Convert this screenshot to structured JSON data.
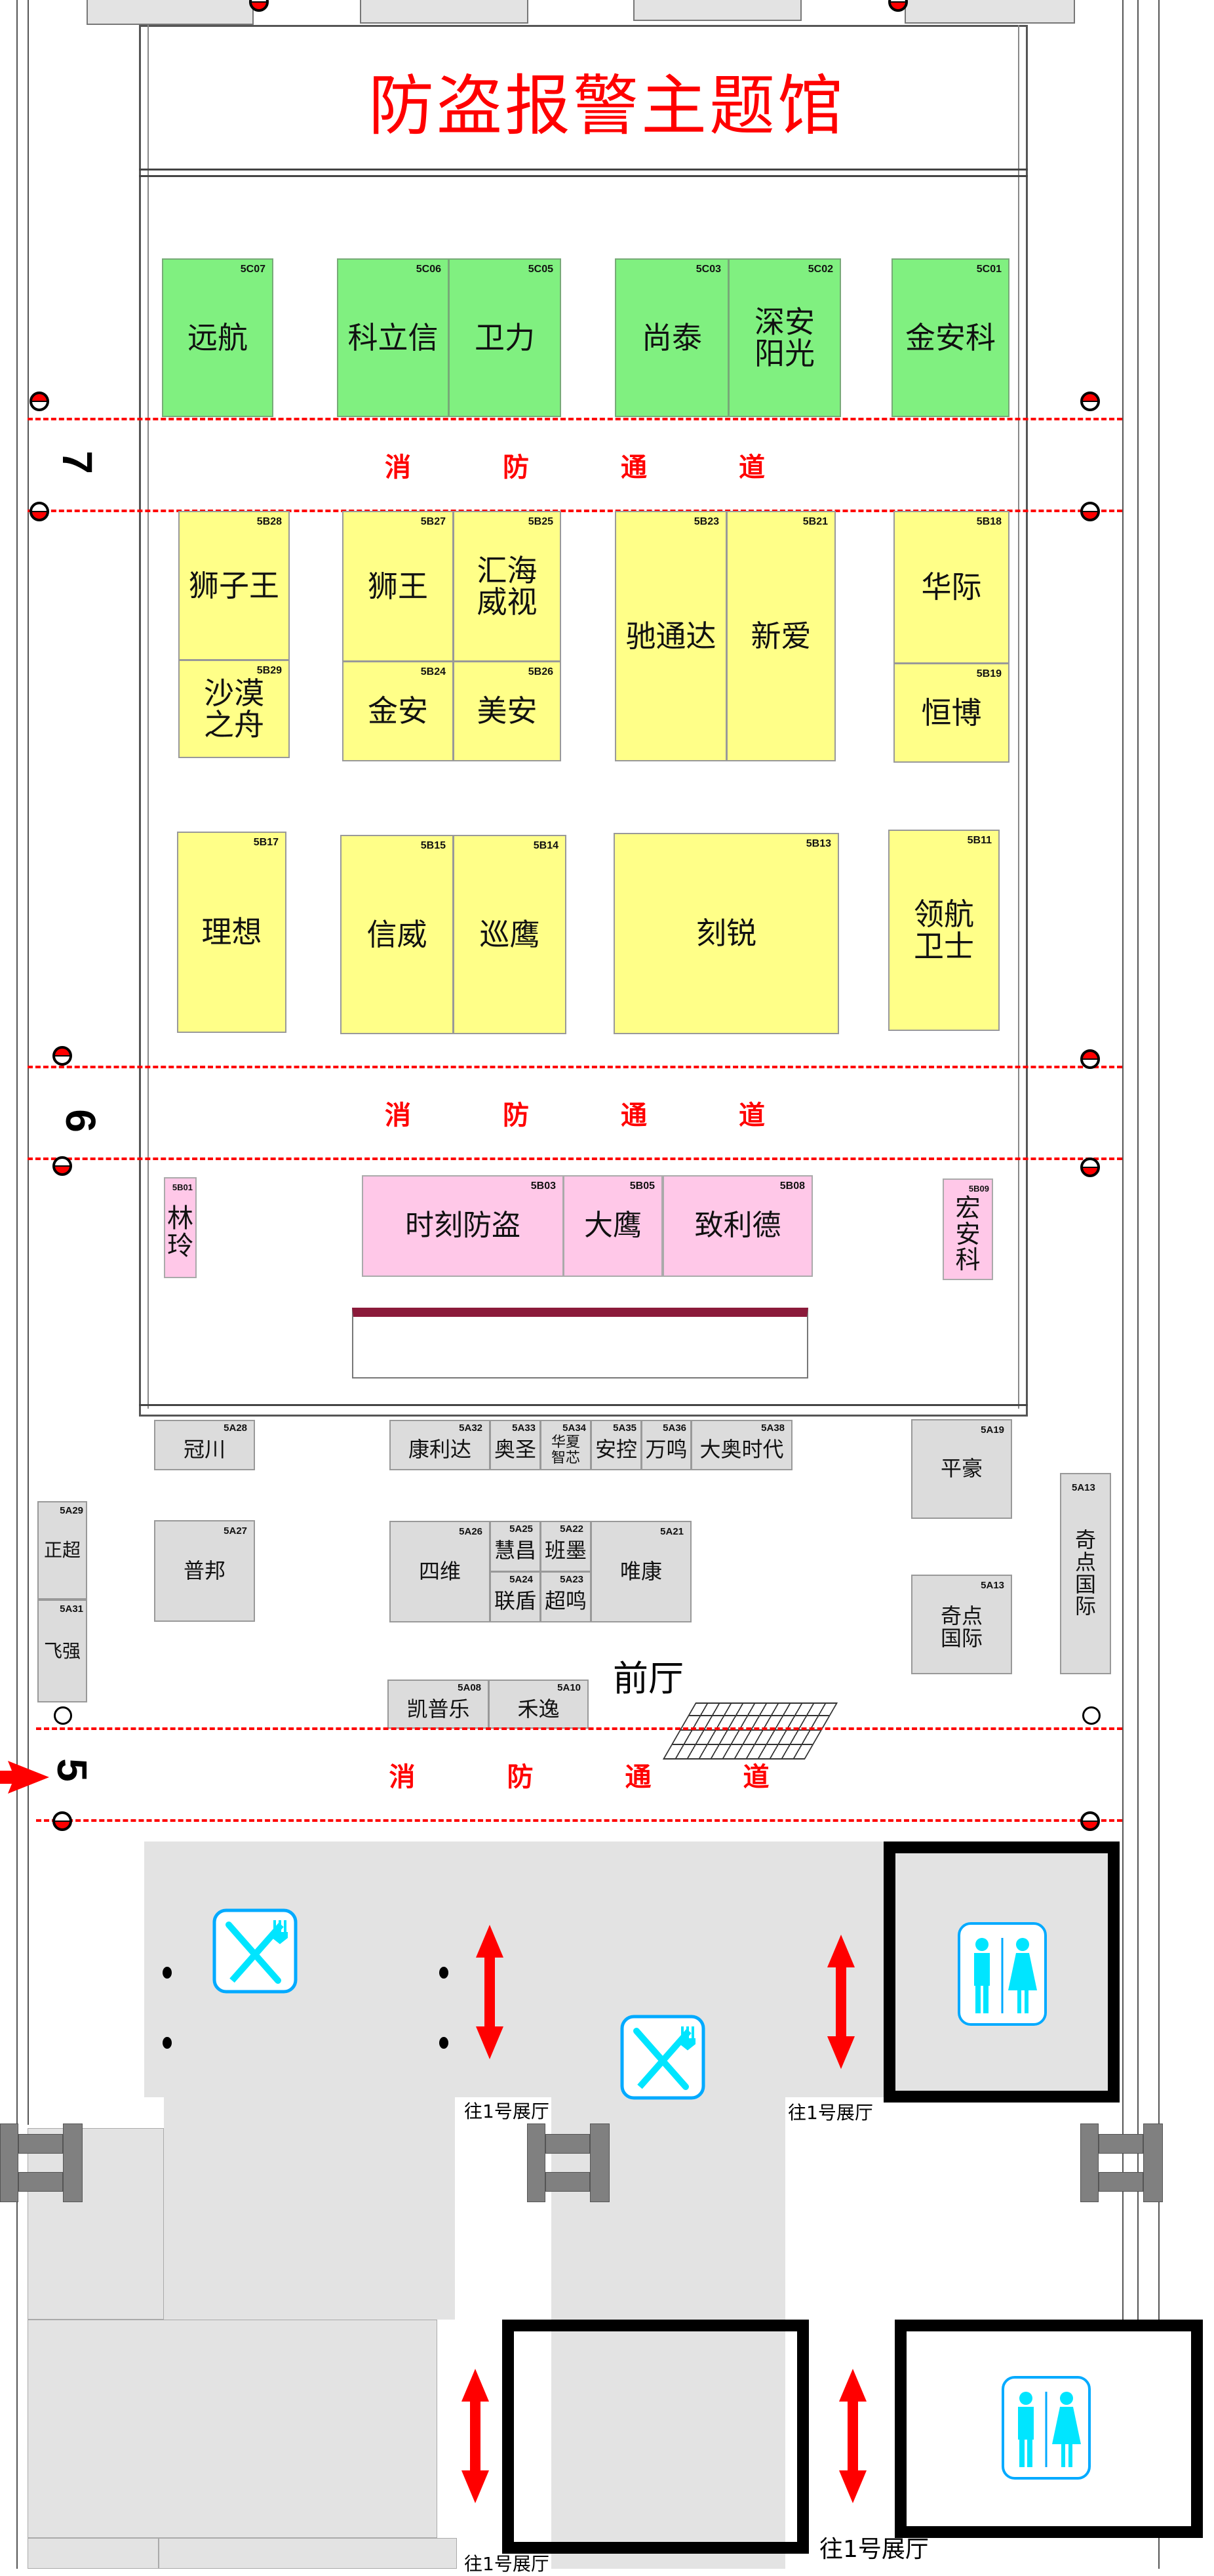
{
  "title": "防盗报警主题馆",
  "fire_lane_chars": [
    "消",
    "防",
    "通",
    "道"
  ],
  "row_numbers": {
    "r7": "7",
    "r6": "6",
    "r5": "5"
  },
  "lobby": "前厅",
  "to_hall_1": "往1号展厅",
  "colors": {
    "zone_c": "#80f080",
    "zone_b": "#ffff88",
    "zone_b_front": "#ffc8e8",
    "zone_a": "#dcdcdc",
    "fire_lane": "#ff0000",
    "sign_icon": "#00e5ff"
  },
  "icons": [
    "restaurant-icon",
    "restroom-icon",
    "double-arrow-icon",
    "fire-extinguisher-icon",
    "entrance-arrow-icon"
  ],
  "booths": [
    {
      "code": "5C07",
      "name": "远航"
    },
    {
      "code": "5C06",
      "name": "科立信"
    },
    {
      "code": "5C05",
      "name": "卫力"
    },
    {
      "code": "5C03",
      "name": "尚泰"
    },
    {
      "code": "5C02",
      "name": "深安\n阳光"
    },
    {
      "code": "5C01",
      "name": "金安科"
    },
    {
      "code": "5B28",
      "name": "狮子王"
    },
    {
      "code": "5B29",
      "name": "沙漠\n之舟"
    },
    {
      "code": "5B27",
      "name": "狮王"
    },
    {
      "code": "5B25",
      "name": "汇海\n威视"
    },
    {
      "code": "5B24",
      "name": "金安"
    },
    {
      "code": "5B26",
      "name": "美安"
    },
    {
      "code": "5B23",
      "name": "驰通达"
    },
    {
      "code": "5B21",
      "name": "新爱"
    },
    {
      "code": "5B18",
      "name": "华际"
    },
    {
      "code": "5B19",
      "name": "恒博"
    },
    {
      "code": "5B17",
      "name": "理想"
    },
    {
      "code": "5B15",
      "name": "信威"
    },
    {
      "code": "5B14",
      "name": "巡鹰"
    },
    {
      "code": "5B13",
      "name": "刻锐"
    },
    {
      "code": "5B11",
      "name": "领航\n卫士"
    },
    {
      "code": "5B01",
      "name": "林\n玲"
    },
    {
      "code": "5B03",
      "name": "时刻防盗"
    },
    {
      "code": "5B05",
      "name": "大鹰"
    },
    {
      "code": "5B08",
      "name": "致利德"
    },
    {
      "code": "5B09",
      "name": "宏\n安\n科"
    },
    {
      "code": "5A28",
      "name": "冠川"
    },
    {
      "code": "5A32",
      "name": "康利达"
    },
    {
      "code": "5A33",
      "name": "奥圣"
    },
    {
      "code": "5A34",
      "name": "华夏\n智芯"
    },
    {
      "code": "5A35",
      "name": "安控"
    },
    {
      "code": "5A36",
      "name": "万鸣"
    },
    {
      "code": "5A38",
      "name": "大奥时代"
    },
    {
      "code": "5A27",
      "name": "普邦"
    },
    {
      "code": "5A26",
      "name": "四维"
    },
    {
      "code": "5A25",
      "name": "慧昌"
    },
    {
      "code": "5A22",
      "name": "班墨"
    },
    {
      "code": "5A24",
      "name": "联盾"
    },
    {
      "code": "5A23",
      "name": "超鸣"
    },
    {
      "code": "5A21",
      "name": "唯康"
    },
    {
      "code": "5A19",
      "name": "平豪"
    },
    {
      "code": "5A13",
      "name": "奇点\n国际"
    },
    {
      "code": "5A13",
      "name": "奇\n点\n国\n际"
    },
    {
      "code": "5A29",
      "name": "正超"
    },
    {
      "code": "5A31",
      "name": "飞强"
    },
    {
      "code": "5A08",
      "name": "凯普乐"
    },
    {
      "code": "5A10",
      "name": "禾逸"
    }
  ]
}
